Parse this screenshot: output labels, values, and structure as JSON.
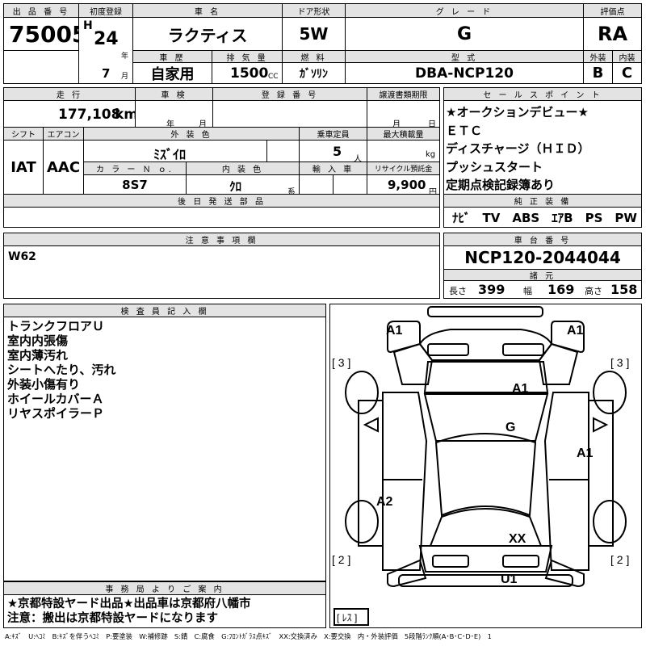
{
  "headers": {
    "lot_no": "出 品 番 号",
    "first_reg": "初度登録",
    "car_name": "車 名",
    "door": "ドア形状",
    "grade": "グ レ ー ド",
    "score": "評価点",
    "history": "車 歴",
    "displacement": "排 気 量",
    "fuel": "燃 料",
    "model": "型 式",
    "exterior": "外装",
    "interior": "内装",
    "mileage": "走 行",
    "inspection": "車 検",
    "reg_no": "登 録 番 号",
    "transfer_deadline": "譲渡書類期限",
    "sales_points": "セ ー ル ス ポ イ ン ト",
    "shift": "シフト",
    "ac": "エアコン",
    "color": "外 装 色",
    "capacity": "乗車定員",
    "max_load": "最大積載量",
    "color_no": "カ ラ ー Ｎ ｏ.",
    "interior_color": "内 装 色",
    "import": "輸 入 車",
    "recycle": "リサイクル預託金",
    "equipment": "純 正 装 備",
    "later_parts": "後 日 発 送 部 品",
    "notes": "注 意 事 項 欄",
    "chassis": "車 台 番 号",
    "dimensions": "諸 元",
    "inspector": "検 査 員 記 入 欄",
    "office": "事 務 局 よ り ご 案 内"
  },
  "vehicle": {
    "lot_no": "75005",
    "era": "H",
    "year": "24",
    "year_unit": "年",
    "month": "7",
    "month_unit": "月",
    "car_name": "ラクティス",
    "door": "5W",
    "grade": "G",
    "score": "RA",
    "history": "自家用",
    "displacement": "1500",
    "displacement_unit": "CC",
    "fuel": "ｶﾞｿﾘﾝ",
    "model": "DBA-NCP120",
    "exterior_grade": "B",
    "interior_grade": "C",
    "mileage": "177,108",
    "mileage_unit": "km",
    "inspection_year": "年",
    "inspection_month": "月",
    "transfer_month": "月",
    "transfer_day": "日",
    "shift": "IAT",
    "ac": "AAC",
    "color": "ﾐｽﾞｲﾛ",
    "capacity": "5",
    "capacity_unit": "人",
    "max_load_unit": "kg",
    "color_no": "8S7",
    "interior_color": "ｸﾛ",
    "interior_color_unit": "系",
    "recycle": "9,900",
    "recycle_unit": "円",
    "equipment": "ﾅﾋﾞ　TV　ABS　ｴｱB　PS　PW",
    "notes": "W62",
    "chassis": "NCP120-2044044",
    "length_label": "長さ",
    "length": "399",
    "width_label": "幅",
    "width": "169",
    "height_label": "高さ",
    "height": "158"
  },
  "sales_points": [
    "★オークションデビュー★",
    "ＥＴＣ",
    "ディスチャージ（ＨＩＤ）",
    "プッシュスタート",
    "定期点検記録簿あり"
  ],
  "inspector_notes": [
    "トランクフロアＵ",
    "室内内張傷",
    "室内薄汚れ",
    "シートへたり、汚れ",
    "外装小傷有り",
    "ホイールカバーＡ",
    "リヤスポイラーＰ"
  ],
  "office_notes": [
    "★京都特設ヤード出品★出品車は京都府八幡市",
    "注意：搬出は京都特設ヤードになります"
  ],
  "diagram": {
    "labels": {
      "a1_front_left": "A1",
      "a1_front_right": "A1",
      "a1_hood": "A1",
      "g_windshield": "G",
      "a1_right_door": "A1",
      "a2_left_rear": "A2",
      "xx_rear": "XX",
      "u1_rear_bumper": "U1",
      "tire_fl": "[ 3 ]",
      "tire_fr": "[ 3 ]",
      "tire_rl": "[ 2 ]",
      "tire_rr": "[ 2 ]",
      "spare": "[ ﾚｽ ]"
    }
  },
  "legend": "A:ｷｽﾞ　U:ﾍｺﾐ　B:ｷｽﾞを伴うﾍｺﾐ　P:要塗装　W:補修跡　S:錆　C:腐食　G:ﾌﾛﾝﾄｶﾞﾗｽ点ｷｽﾞ　XX:交換済み　X:要交換　内・外装評価　5段階ﾗﾝｸ順(A･B･C･D･E)　1"
}
